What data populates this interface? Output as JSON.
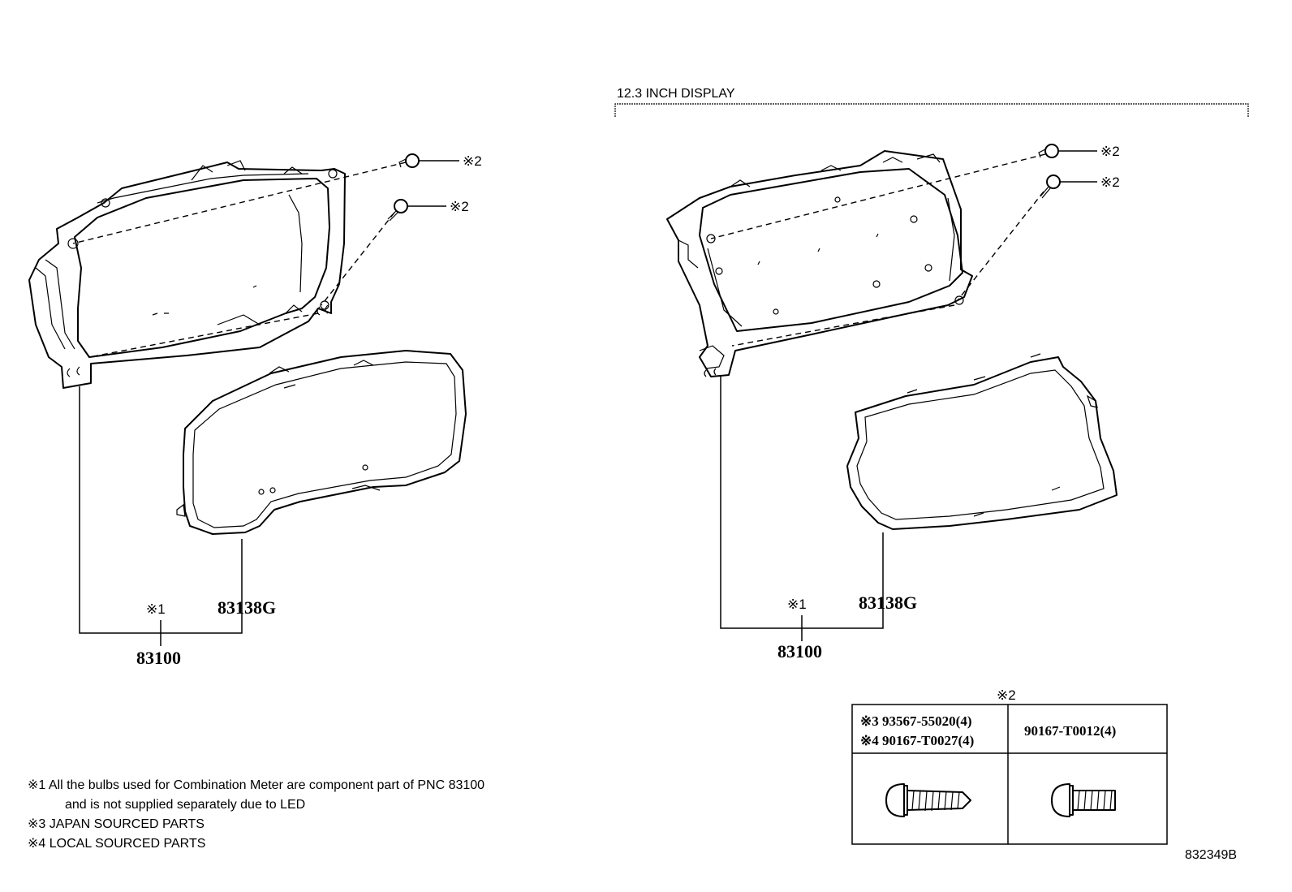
{
  "section_title": "12.3 INCH DISPLAY",
  "left_view": {
    "screw_ref_a": "※2",
    "screw_ref_b": "※2",
    "note_ref": "※1",
    "lens_part": "83138G",
    "assembly_part": "83100"
  },
  "right_view": {
    "screw_ref_a": "※2",
    "screw_ref_b": "※2",
    "note_ref": "※1",
    "lens_part": "83138G",
    "assembly_part": "83100"
  },
  "screw_table": {
    "heading": "※2",
    "col1_line1": "※3 93567-55020(4)",
    "col1_line2": "※4 90167-T0027(4)",
    "col2": "90167-T0012(4)"
  },
  "notes": [
    "※1 All the bulbs used for Combination Meter are component part of PNC 83100",
    "and is not supplied separately due to LED",
    "※3 JAPAN SOURCED PARTS",
    "※4 LOCAL SOURCED PARTS"
  ],
  "diagram_id": "832349B"
}
